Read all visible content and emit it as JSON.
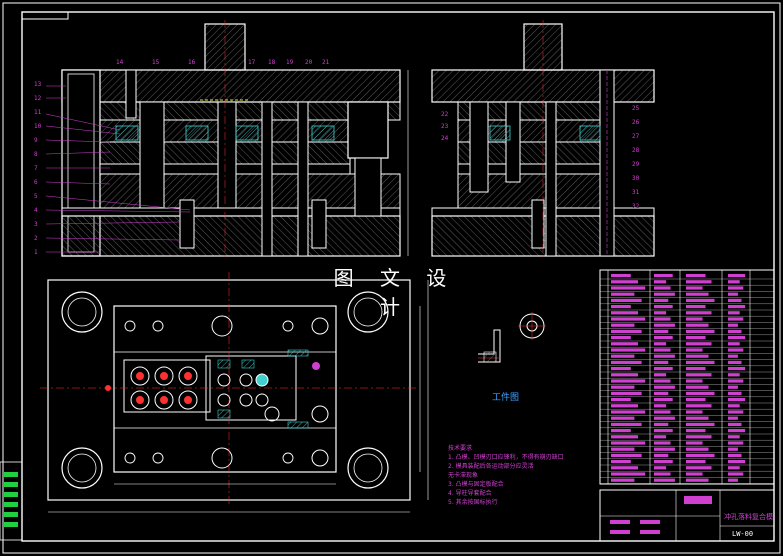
{
  "watermark": "图 文 设 计",
  "workpiece_caption": "工件图",
  "tech_title": "技术要求",
  "tech_lines": [
    "1. 凸模、凹模刃口应锋利，不得有崩刃缺口",
    "2. 模具装配后各运动部分应灵活",
    "   无卡滞现象",
    "3. 凸模与固定板配合",
    "4. 导柱导套配合",
    "5. 其余按国标执行"
  ],
  "section_labels_left": [
    "1",
    "2",
    "3",
    "4",
    "5",
    "6",
    "7",
    "8",
    "9",
    "10",
    "11",
    "12",
    "13"
  ],
  "section_labels_top": [
    "14",
    "15",
    "16",
    "17",
    "18",
    "19",
    "20",
    "21"
  ],
  "section_labels_right_view": [
    "22",
    "23",
    "24"
  ],
  "section_labels_far_right": [
    "25",
    "26",
    "27",
    "28",
    "29",
    "30",
    "31",
    "32"
  ],
  "title_block": {
    "drawing_no": "LW-00",
    "name": "冲孔落料复合模"
  },
  "colors": {
    "line": "#ffffff",
    "label": "#d040d0",
    "accent_red": "#ff3030",
    "accent_cyan": "#40d0d0",
    "accent_blue": "#4080ff",
    "accent_yellow": "#e0e040"
  }
}
